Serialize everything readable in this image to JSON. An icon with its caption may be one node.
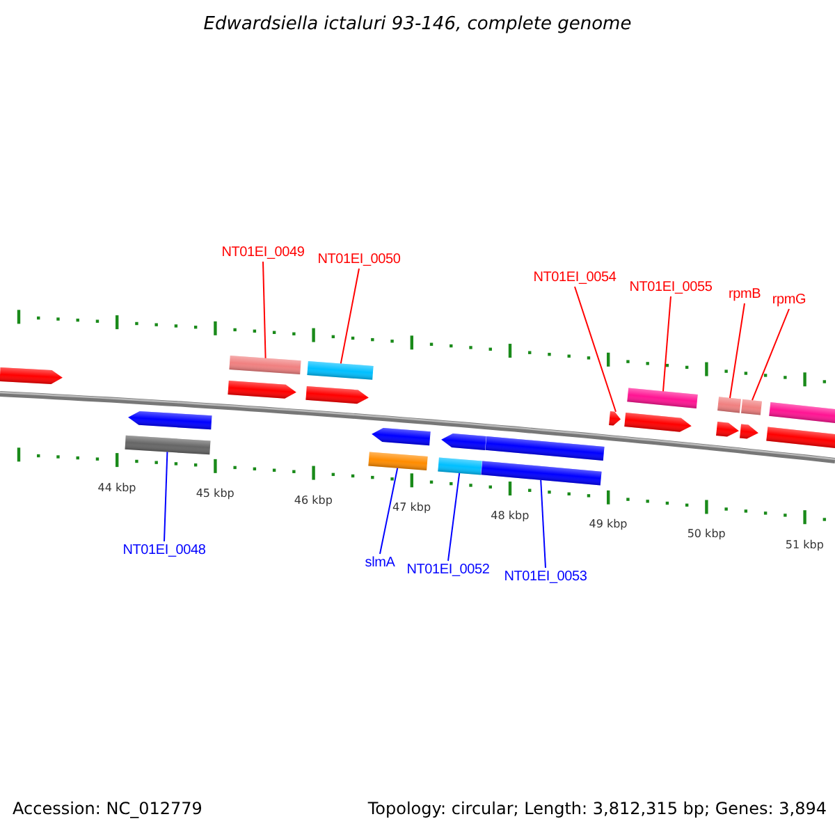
{
  "diagram": {
    "title": "Edwardsiella ictaluri 93-146, complete genome",
    "nodes": [
      {
        "text": [
          "NT01EI_0049"
        ]
      },
      {
        "text": [
          "NT01EI_0050"
        ]
      },
      {
        "text": [
          "NT01EI_0054"
        ]
      },
      {
        "text": [
          "NT01EI_0055"
        ]
      },
      {
        "text": [
          "rpmB"
        ]
      },
      {
        "text": [
          "rpmG"
        ]
      },
      {
        "text": [
          "NT01EI_0048"
        ]
      },
      {
        "text": [
          "slmA"
        ]
      },
      {
        "text": [
          "NT01EI_0052"
        ]
      },
      {
        "text": [
          "NT01EI_0053"
        ]
      },
      {
        "text": [],
        "shape": "bar"
      },
      {
        "text": [],
        "shape": "bar"
      },
      {
        "text": [],
        "shape": "bar"
      },
      {
        "text": [],
        "shape": "bar"
      },
      {
        "text": [],
        "shape": "bar"
      },
      {
        "text": [],
        "shape": "bar"
      },
      {
        "text": [],
        "shape": "bar"
      },
      {
        "text": [],
        "shape": "bar"
      },
      {
        "text": [],
        "shape": "bar"
      },
      {
        "text": [],
        "shape": "bar"
      }
    ],
    "edges": [
      {
        "from": 0,
        "to": 11,
        "arrow": "none"
      },
      {
        "from": 1,
        "to": 12,
        "arrow": "none"
      },
      {
        "from": 2,
        "to": 16,
        "arrow": "none"
      },
      {
        "from": 3,
        "to": 17,
        "arrow": "none"
      },
      {
        "from": 4,
        "to": 18,
        "arrow": "none"
      },
      {
        "from": 5,
        "to": 19,
        "arrow": "none"
      },
      {
        "from": 6,
        "to": 10,
        "arrow": "none",
        "color": "#0000ff"
      },
      {
        "from": 7,
        "to": 13,
        "arrow": "none",
        "color": "#0000ff"
      },
      {
        "from": 8,
        "to": 14,
        "arrow": "none",
        "color": "#0000ff"
      },
      {
        "from": 9,
        "to": 15,
        "arrow": "none",
        "color": "#0000ff"
      }
    ],
    "labels": [
      "44 kbp",
      "45 kbp",
      "46 kbp",
      "47 kbp",
      "48 kbp",
      "49 kbp",
      "50 kbp",
      "51 kbp",
      "Accession: NC_012779",
      "Topology: circular; Length: 3,812,315 bp; Genes: 3,894"
    ]
  }
}
